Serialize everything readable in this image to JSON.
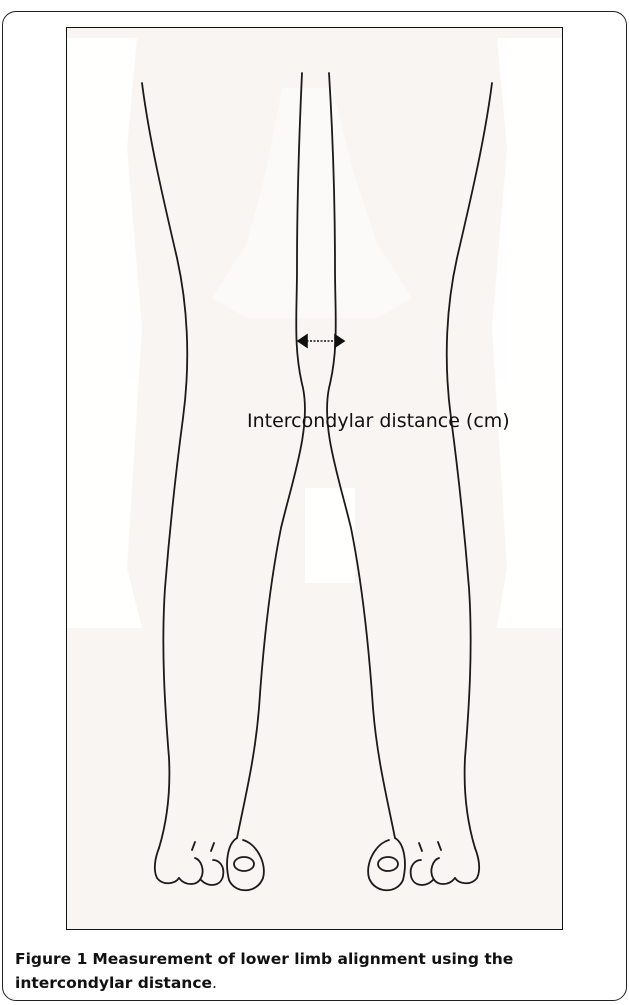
{
  "figure": {
    "label": "Figure 1",
    "caption": "Measurement of lower limb alignment using the intercondylar distance",
    "caption_end": "."
  },
  "illustration": {
    "measurement_label": "Intercondylar distance (cm)",
    "line_color": "#1a1a1a",
    "background_color": "#f9f5f3",
    "ghost_color": "#e3d6d3"
  }
}
